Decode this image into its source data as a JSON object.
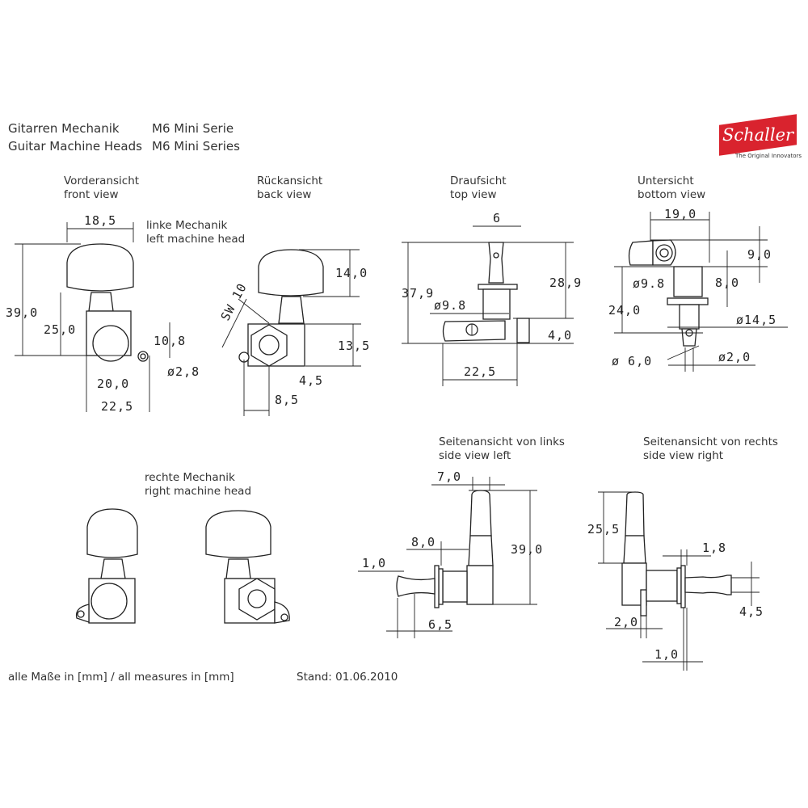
{
  "header": {
    "title_de": "Gitarren Mechanik",
    "title_en": "Guitar Machine Heads",
    "series_de": "M6 Mini Serie",
    "series_en": "M6 Mini Series"
  },
  "logo": {
    "brand": "Schaller",
    "tagline": "The Original Innovators",
    "color": "#d9232e"
  },
  "views": {
    "front": {
      "de": "Vorderansicht",
      "en": "front view"
    },
    "back": {
      "de": "Rückansicht",
      "en": "back view"
    },
    "top": {
      "de": "Draufsicht",
      "en": "top view"
    },
    "bottom": {
      "de": "Untersicht",
      "en": "bottom view"
    },
    "left_head": {
      "de": "linke Mechanik",
      "en": "left machine head"
    },
    "right_head": {
      "de": "rechte Mechanik",
      "en": "right machine head"
    },
    "side_left": {
      "de": "Seitenansicht von links",
      "en": "side view left"
    },
    "side_right": {
      "de": "Seitenansicht von rechts",
      "en": "side view right"
    }
  },
  "dims": {
    "front": {
      "width_knob": "18,5",
      "height_total": "39,0",
      "height_post": "25,0",
      "height_hole": "10,8",
      "hole_dia": "ø2,8",
      "width_body": "20,0",
      "width_total": "22,5"
    },
    "back": {
      "knob_height": "14,0",
      "wrench": "SW 10",
      "body_height": "13,5",
      "offset": "4,5",
      "lug_offset": "8,5"
    },
    "top": {
      "post_width": "6",
      "total_height": "37,9",
      "post_height": "28,9",
      "bushing_dia": "ø9.8",
      "tab": "4,0",
      "button_width": "22,5"
    },
    "bottom": {
      "width": "19,0",
      "plate": "9,0",
      "bushing_dia": "ø9.8",
      "bushing_len": "8,0",
      "height": "24,0",
      "washer_dia": "ø14,5",
      "post_dia": "ø 6,0",
      "hole_dia": "ø2,0"
    },
    "side_left": {
      "knob_width": "7,0",
      "bushing": "8,0",
      "washer": "1,0",
      "height": "39,0",
      "post": "6,5"
    },
    "side_right": {
      "knob_height": "25,5",
      "washer": "1,8",
      "post_dia": "4,5",
      "tab": "2,0",
      "plate": "1,0"
    }
  },
  "footer": {
    "units": "alle Maße in [mm] / all measures in [mm]",
    "date": "Stand: 01.06.2010"
  }
}
